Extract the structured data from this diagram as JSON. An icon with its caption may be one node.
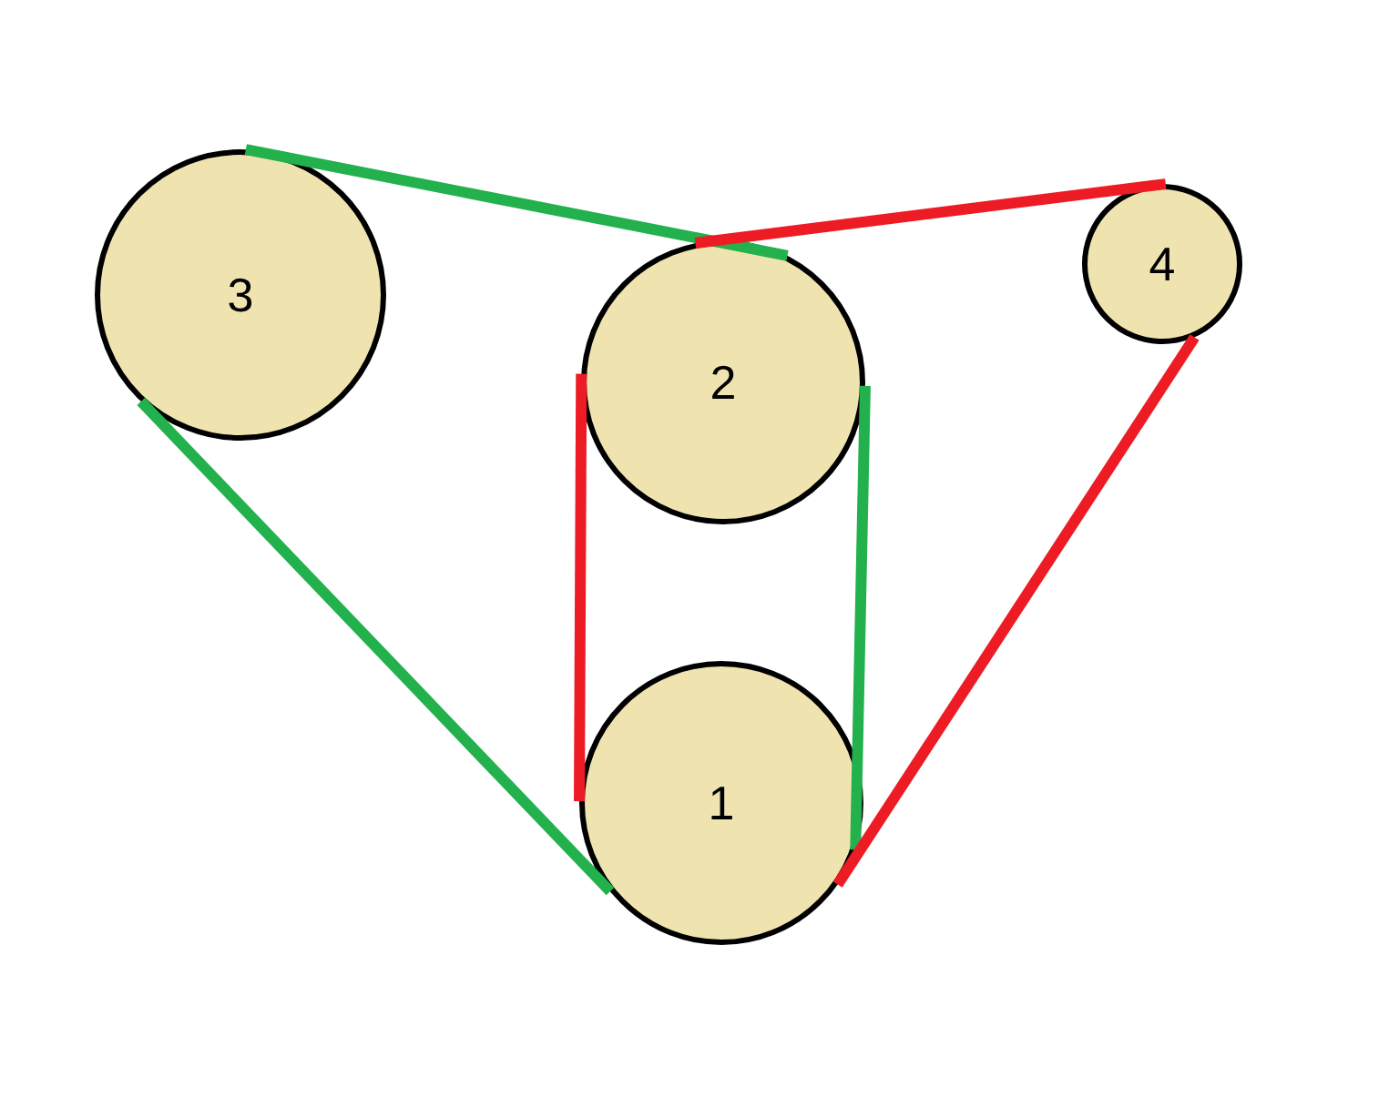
{
  "diagram": {
    "nodes": [
      {
        "text": [
          "3"
        ]
      },
      {
        "text": [
          "2"
        ]
      },
      {
        "text": [
          "4"
        ]
      },
      {
        "text": [
          "1"
        ]
      }
    ],
    "edges": [
      {
        "from": 0,
        "to": 1,
        "arrow": "none",
        "color": "#22b14c"
      },
      {
        "from": 1,
        "to": 2,
        "arrow": "none",
        "color": "#ed1c24"
      },
      {
        "from": 1,
        "to": 3,
        "arrow": "none",
        "color": "#ed1c24"
      },
      {
        "from": 1,
        "to": 3,
        "arrow": "none",
        "color": "#22b14c"
      },
      {
        "from": 2,
        "to": 3,
        "arrow": "none",
        "color": "#ed1c24"
      },
      {
        "from": 0,
        "to": 3,
        "arrow": "none",
        "color": "#22b14c"
      }
    ]
  }
}
